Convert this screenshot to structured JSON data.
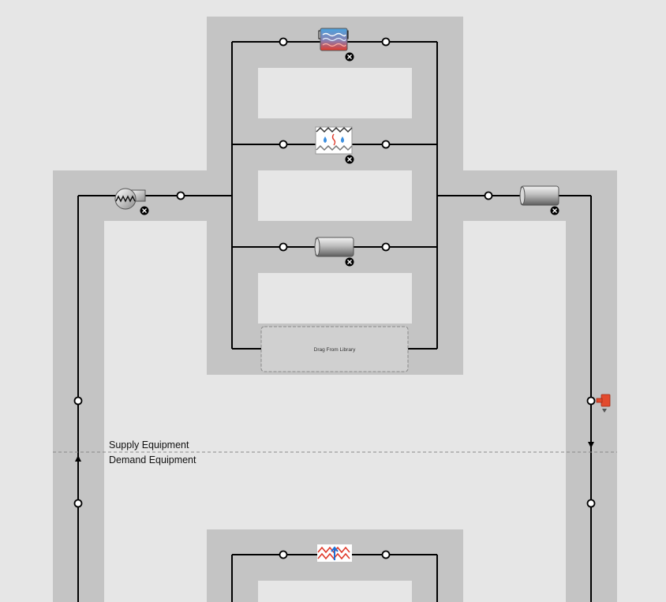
{
  "labels": {
    "supply": "Supply Equipment",
    "demand": "Demand Equipment",
    "drop_zone": "Drag From Library"
  },
  "colors": {
    "background": "#e6e6e6",
    "bands": "#c4c4c4",
    "wire": "#000000",
    "node_fill": "#ffffff",
    "remove_badge": "#000000",
    "setpoint_manager": "#e24a2d"
  },
  "components": [
    {
      "name": "boiler",
      "icon": "boiler-icon"
    },
    {
      "name": "humidifier",
      "icon": "humidifier-icon"
    },
    {
      "name": "pump",
      "icon": "pump-icon"
    },
    {
      "name": "pipe",
      "icon": "pipe-icon"
    },
    {
      "name": "pipe-outlet",
      "icon": "pipe-icon"
    },
    {
      "name": "setpoint-manager",
      "icon": "setpoint-manager-icon"
    },
    {
      "name": "heating-coil",
      "icon": "heating-coil-icon"
    }
  ]
}
